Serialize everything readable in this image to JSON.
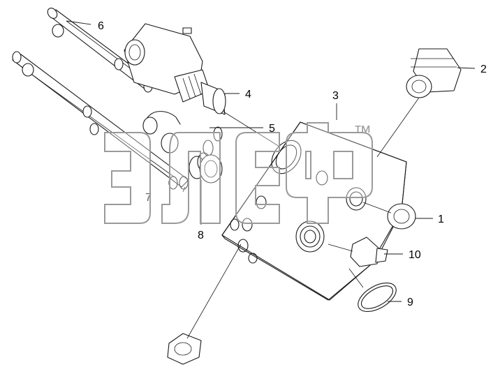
{
  "diagram": {
    "callouts": [
      "1",
      "2",
      "3",
      "4",
      "5",
      "6",
      "7",
      "8",
      "9",
      "10"
    ]
  },
  "watermark": {
    "text": "элеф",
    "trademark": "™"
  }
}
